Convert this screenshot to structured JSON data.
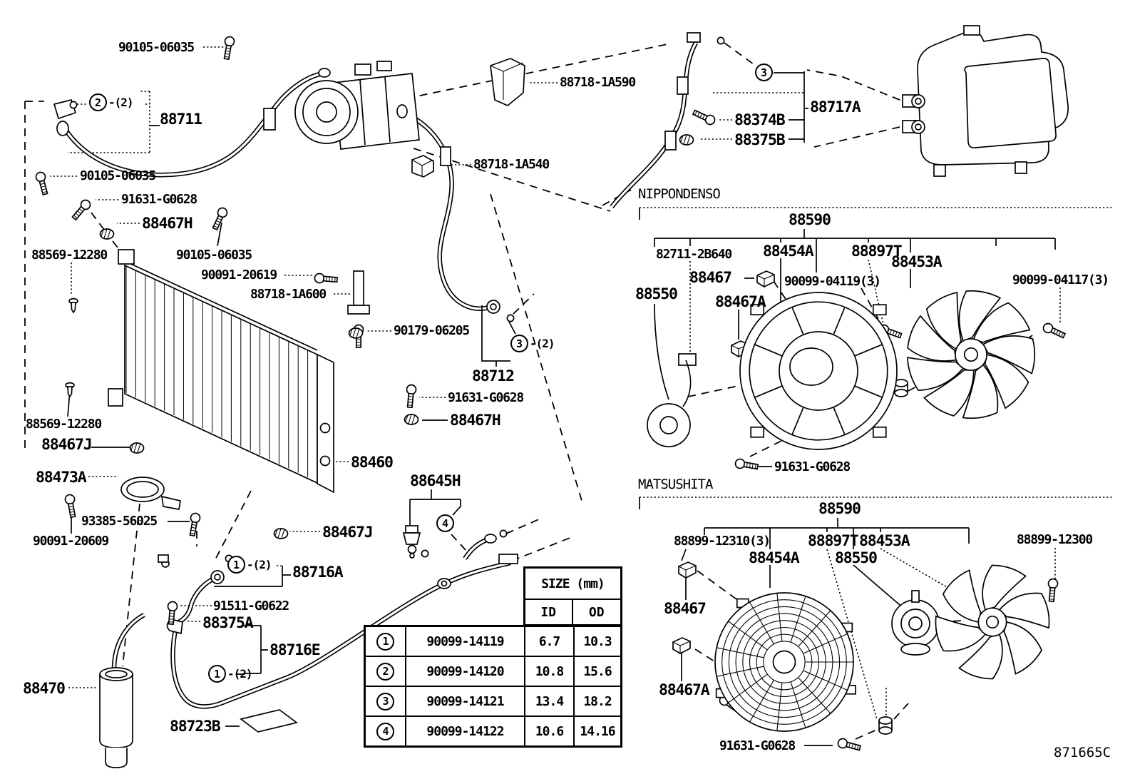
{
  "sections": {
    "nippondenso": "NIPPONDENSO",
    "matsushita": "MATSUSHITA"
  },
  "diagram_code": "871665C",
  "parts": {
    "p90105": "90105-06035",
    "p91631": "91631-G0628",
    "p88467H": "88467H",
    "p88569": "88569-12280",
    "p90091_20619": "90091-20619",
    "p88718_1A600": "88718-1A600",
    "p88718_1A590": "88718-1A590",
    "p88718_1A540": "88718-1A540",
    "p90179": "90179-06205",
    "p88712": "88712",
    "p88711": "88711",
    "p88467J": "88467J",
    "p88473A": "88473A",
    "p93385": "93385-56025",
    "p90091_20609": "90091-20609",
    "p88460": "88460",
    "p88645H": "88645H",
    "p88716A": "88716A",
    "p91511": "91511-G0622",
    "p88375A": "88375A",
    "p88716E": "88716E",
    "p88470": "88470",
    "p88723B": "88723B",
    "p88374B": "88374B",
    "p88375B": "88375B",
    "p88717A": "88717A",
    "p88590": "88590",
    "p82711": "82711-2B640",
    "p88454A": "88454A",
    "p88897T": "88897T",
    "p88453A": "88453A",
    "p88467": "88467",
    "p90099_04119": "90099-04119(3)",
    "p90099_04117": "90099-04117(3)",
    "p88550": "88550",
    "p88467A": "88467A",
    "p88899_12310": "88899-12310(3)",
    "p88899_12300": "88899-12300"
  },
  "callouts": {
    "c1": "1",
    "c2": "2",
    "c3": "3",
    "c4": "4",
    "qty2": "-(2)"
  },
  "size_table": {
    "title": "SIZE (mm)",
    "col_id": "ID",
    "col_od": "OD",
    "rows": [
      {
        "num": "1",
        "part": "90099-14119",
        "id": "6.7",
        "od": "10.3"
      },
      {
        "num": "2",
        "part": "90099-14120",
        "id": "10.8",
        "od": "15.6"
      },
      {
        "num": "3",
        "part": "90099-14121",
        "id": "13.4",
        "od": "18.2"
      },
      {
        "num": "4",
        "part": "90099-14122",
        "id": "10.6",
        "od": "14.16"
      }
    ]
  }
}
